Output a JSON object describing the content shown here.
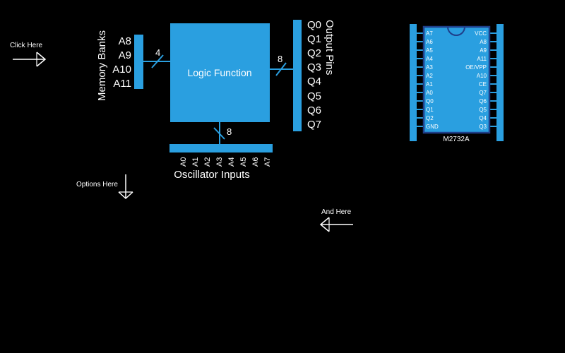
{
  "colors": {
    "background": "#000000",
    "accent": "#2a9fe0",
    "chip_body": "#2a9fe0",
    "chip_border": "#1f3f8a",
    "text": "#ffffff"
  },
  "hints": {
    "click_here": "Click Here",
    "options_here": "Options Here",
    "and_here": "And Here"
  },
  "memory_banks": {
    "title": "Memory Banks",
    "pins": [
      "A8",
      "A9",
      "A10",
      "A11"
    ],
    "bus_width": "4"
  },
  "logic": {
    "label": "Logic Function"
  },
  "output": {
    "title": "Output Pins",
    "pins": [
      "Q0",
      "Q1",
      "Q2",
      "Q3",
      "Q4",
      "Q5",
      "Q6",
      "Q7"
    ],
    "bus_width": "8"
  },
  "oscillator": {
    "title": "Oscillator Inputs",
    "pins": [
      "A0",
      "A1",
      "A2",
      "A3",
      "A4",
      "A5",
      "A6",
      "A7"
    ],
    "bus_width": "8"
  },
  "chip": {
    "part": "M2732A",
    "left_pins": [
      "A7",
      "A6",
      "A5",
      "A4",
      "A3",
      "A2",
      "A1",
      "A0",
      "Q0",
      "Q1",
      "Q2",
      "GND"
    ],
    "right_pins": [
      "VCC",
      "A8",
      "A9",
      "A11",
      "OE/VPP",
      "A10",
      "CE",
      "Q7",
      "Q6",
      "Q5",
      "Q4",
      "Q3"
    ]
  }
}
